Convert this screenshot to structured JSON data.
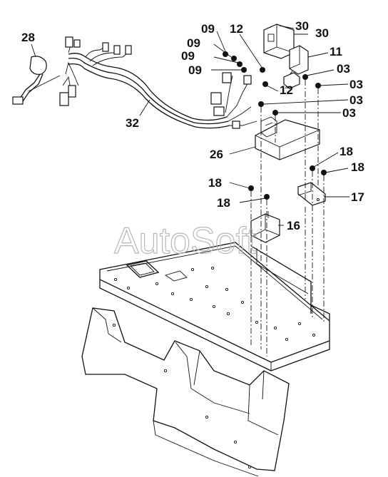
{
  "diagram": {
    "watermark": "AutoSoft",
    "callouts": {
      "c28": "28",
      "c32": "32",
      "c09a": "09",
      "c09b": "09",
      "c09c": "09",
      "c09d": "09",
      "c12a": "12",
      "c12b": "12",
      "c30a": "30",
      "c30b": "30",
      "c11": "11",
      "c03a": "03",
      "c03b": "03",
      "c03c": "03",
      "c03d": "03",
      "c26": "26",
      "c18a": "18",
      "c18b": "18",
      "c18c": "18",
      "c18d": "18",
      "c17": "17",
      "c16": "16"
    }
  }
}
